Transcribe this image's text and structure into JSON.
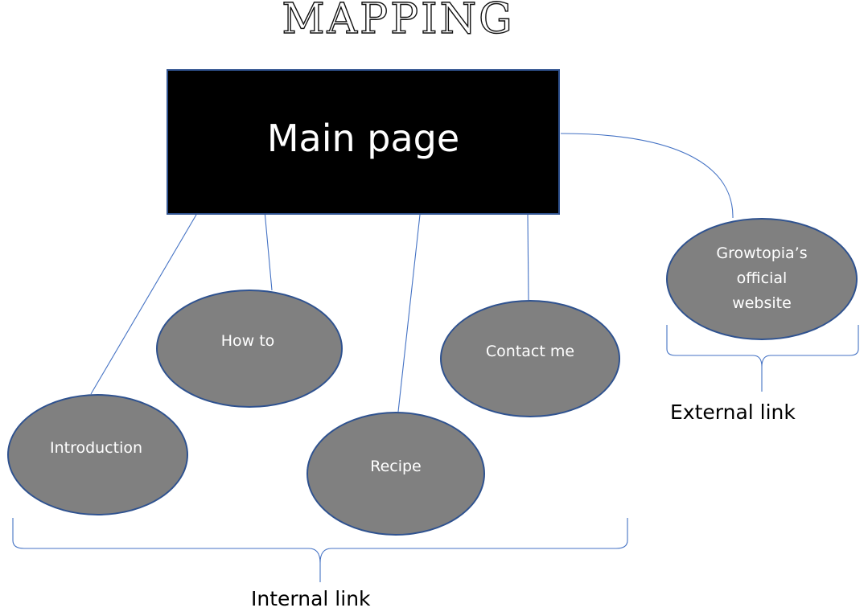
{
  "title": "MAPPING",
  "main_node": {
    "label": "Main page"
  },
  "nodes": [
    {
      "id": "introduction",
      "label": "Introduction"
    },
    {
      "id": "how-to",
      "label": "How to"
    },
    {
      "id": "recipe",
      "label": "Recipe"
    },
    {
      "id": "contact-me",
      "label": "Contact me"
    },
    {
      "id": "growtopia",
      "label": "Growtopia’s official website"
    }
  ],
  "groups": {
    "internal": "Internal link",
    "external": "External link"
  },
  "colors": {
    "main_fill": "#000000",
    "node_fill": "#808080",
    "outline": "#2f528f",
    "connector": "#4472c4"
  }
}
